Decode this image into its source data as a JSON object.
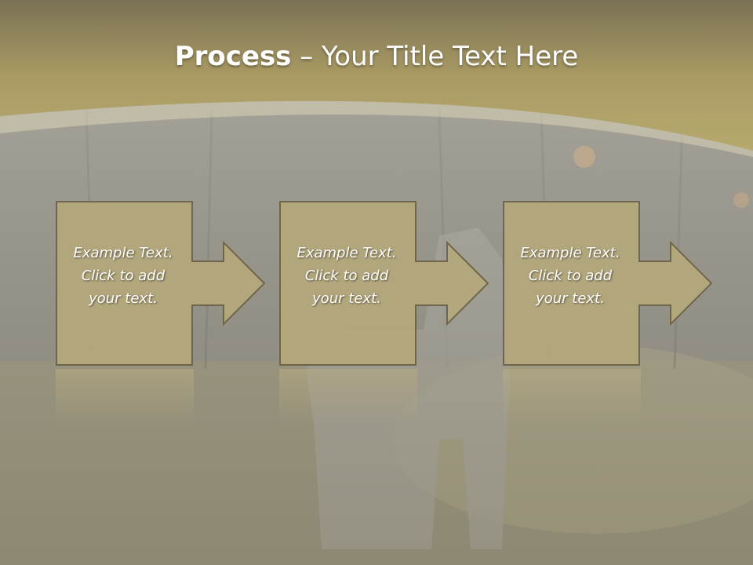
{
  "slide": {
    "title_bold": "Process",
    "title_rest": " – Your Title Text Here"
  },
  "steps": [
    {
      "lines": [
        "Example Text.",
        "Click  to add",
        "your text."
      ]
    },
    {
      "lines": [
        "Example Text.",
        "Click  to add",
        "your text."
      ]
    },
    {
      "lines": [
        "Example Text.",
        "Click  to add",
        "your text."
      ]
    }
  ],
  "colors": {
    "header_band": "#a99a63",
    "header_band_light": "#b6a96e",
    "step_fill": "#b4a87c",
    "step_border": "#6d6448",
    "text": "#ffffff"
  }
}
